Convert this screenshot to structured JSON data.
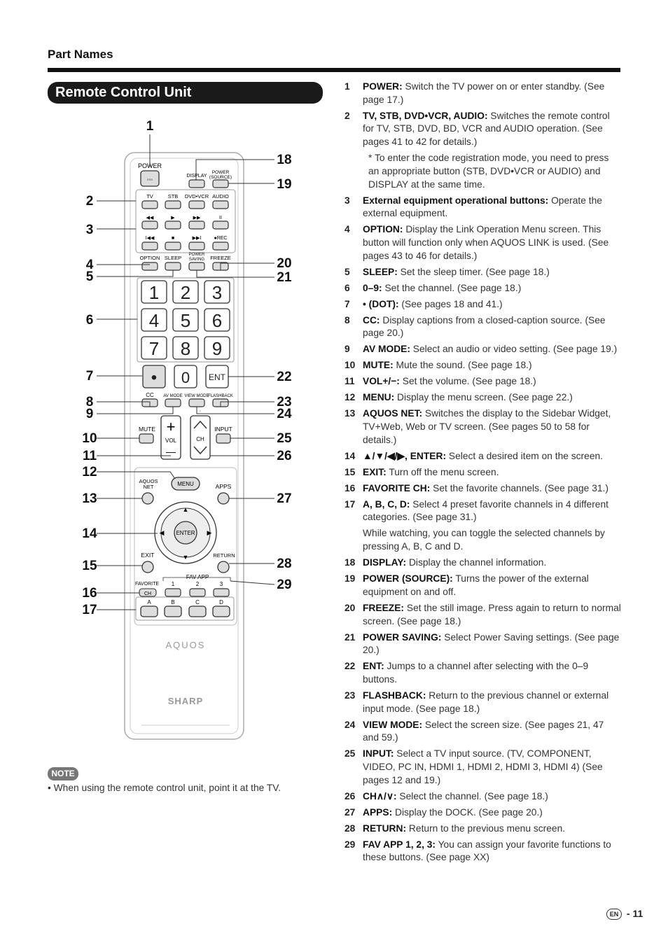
{
  "header": {
    "section": "Part Names",
    "title": "Remote Control Unit"
  },
  "remote": {
    "power": "POWER",
    "display": "DISPLAY",
    "power_source_1": "POWER",
    "power_source_2": "(SOURCE)",
    "source_buttons": [
      "TV",
      "STB",
      "DVD•VCR",
      "AUDIO"
    ],
    "transport_top": [
      "◀◀",
      "▶",
      "▶▶",
      "II"
    ],
    "transport_bottom": [
      "I◀◀",
      "■",
      "▶▶I",
      "●REC"
    ],
    "option": "OPTION",
    "sleep": "SLEEP",
    "power_saving_1": "POWER",
    "power_saving_2": "SAVING",
    "freeze": "FREEZE",
    "digits": [
      "1",
      "2",
      "3",
      "4",
      "5",
      "6",
      "7",
      "8",
      "9"
    ],
    "dot": "•",
    "zero": "0",
    "ent": "ENT",
    "cc": "CC",
    "av_mode": "AV MODE",
    "view_mode": "VIEW MODE",
    "flashback": "FLASHBACK",
    "mute": "MUTE",
    "vol": "VOL",
    "ch": "CH",
    "input": "INPUT",
    "plus": "+",
    "minus": "—",
    "aquos_net_1": "AQUOS",
    "aquos_net_2": "NET",
    "menu": "MENU",
    "apps": "APPS",
    "enter": "ENTER",
    "exit": "EXIT",
    "return": "RETURN",
    "fav_app": "FAV APP",
    "fav_nums": [
      "1",
      "2",
      "3"
    ],
    "favorite": "FAVORITE",
    "fav_ch": "CH",
    "abcd": [
      "A",
      "B",
      "C",
      "D"
    ],
    "brand_aquos": "AQUOS",
    "brand_sharp": "SHARP",
    "callouts_left": [
      "1",
      "2",
      "3",
      "4",
      "5",
      "6",
      "7",
      "8",
      "9",
      "10",
      "11",
      "12",
      "13",
      "14",
      "15",
      "16",
      "17"
    ],
    "callouts_right": [
      "18",
      "19",
      "20",
      "21",
      "22",
      "23",
      "24",
      "25",
      "26",
      "27",
      "28",
      "29"
    ]
  },
  "descriptions": [
    {
      "num": "1",
      "label": "POWER:",
      "text": " Switch the TV power on or enter standby. (See page 17.)"
    },
    {
      "num": "2",
      "label": "TV, STB, DVD•VCR, AUDIO:",
      "text": " Switches the remote control for TV, STB, DVD, BD, VCR and AUDIO operation. (See pages 41 to 42 for details.)"
    },
    {
      "num": "3",
      "label": "External equipment operational buttons:",
      "text": " Operate the external equipment."
    },
    {
      "num": "4",
      "label": "OPTION:",
      "text": " Display the Link Operation Menu screen. This button will function only when AQUOS LINK is used. (See pages 43 to 46 for details.)"
    },
    {
      "num": "5",
      "label": "SLEEP:",
      "text": " Set the sleep timer. (See page 18.)"
    },
    {
      "num": "6",
      "label": "0–9:",
      "text": " Set the channel. (See page 18.)"
    },
    {
      "num": "7",
      "label": "• (DOT):",
      "text": " (See pages 18 and 41.)"
    },
    {
      "num": "8",
      "label": "CC:",
      "text": " Display captions from a closed-caption source. (See page 20.)"
    },
    {
      "num": "9",
      "label": "AV MODE:",
      "text": " Select an audio or video setting. (See page 19.)"
    },
    {
      "num": "10",
      "label": "MUTE:",
      "text": " Mute the sound. (See page 18.)"
    },
    {
      "num": "11",
      "label": "VOL+/−:",
      "text": " Set the volume. (See page 18.)"
    },
    {
      "num": "12",
      "label": "MENU:",
      "text": " Display the menu screen. (See page 22.)"
    },
    {
      "num": "13",
      "label": "AQUOS NET:",
      "text": " Switches the display to the Sidebar Widget, TV+Web, Web or TV screen. (See pages 50 to 58 for details.)"
    },
    {
      "num": "14",
      "label": "▲/▼/◀/▶, ENTER:",
      "text": " Select a desired item on the screen."
    },
    {
      "num": "15",
      "label": "EXIT:",
      "text": " Turn off the menu screen."
    },
    {
      "num": "16",
      "label": "FAVORITE CH:",
      "text": " Set the favorite channels. (See page 31.)"
    },
    {
      "num": "17",
      "label": "A, B, C, D:",
      "text": " Select 4 preset favorite channels in 4 different categories. (See page 31.)"
    },
    {
      "num": "18",
      "label": "DISPLAY:",
      "text": " Display the channel information."
    },
    {
      "num": "19",
      "label": "POWER (SOURCE):",
      "text": " Turns the power of the external equipment on and off."
    },
    {
      "num": "20",
      "label": "FREEZE:",
      "text": " Set the still image. Press again to return to normal screen. (See page 18.)"
    },
    {
      "num": "21",
      "label": "POWER SAVING:",
      "text": " Select Power Saving settings. (See page 20.)"
    },
    {
      "num": "22",
      "label": "ENT:",
      "text": " Jumps to a channel after selecting with the 0–9 buttons."
    },
    {
      "num": "23",
      "label": "FLASHBACK:",
      "text": " Return to the previous channel or external input mode. (See page 18.)"
    },
    {
      "num": "24",
      "label": "VIEW MODE:",
      "text": " Select the screen size. (See pages 21, 47 and 59.)"
    },
    {
      "num": "25",
      "label": "INPUT:",
      "text": " Select a TV input source. (TV, COMPONENT, VIDEO, PC IN, HDMI 1, HDMI 2, HDMI 3, HDMI 4)  (See pages 12 and 19.)"
    },
    {
      "num": "26",
      "label": "CH∧/∨:",
      "text": " Select the channel. (See page 18.)"
    },
    {
      "num": "27",
      "label": "APPS:",
      "text": " Display the DOCK. (See page 20.)"
    },
    {
      "num": "28",
      "label": "RETURN:",
      "text": " Return to the previous menu screen."
    },
    {
      "num": "29",
      "label": "FAV APP 1, 2, 3:",
      "text": " You can assign your favorite functions to these buttons. (See page XX)"
    }
  ],
  "notes": {
    "after_2": "* To enter the code registration mode, you need to press an appropriate button (STB, DVD•VCR or AUDIO) and DISPLAY at the same time.",
    "after_17": "While watching, you can toggle the selected channels by pressing A, B, C and D."
  },
  "note": {
    "badge": "NOTE",
    "text": "• When using the remote control unit, point it at the TV."
  },
  "footer": {
    "lang": "EN",
    "page": "11"
  }
}
